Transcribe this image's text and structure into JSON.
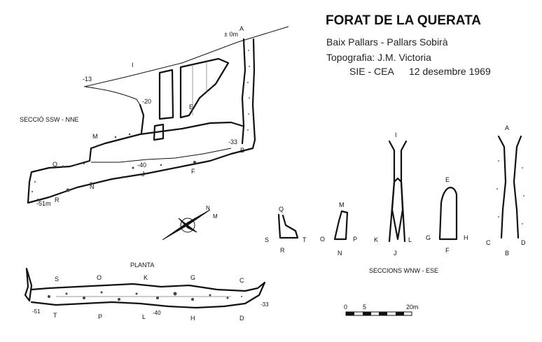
{
  "header": {
    "title": "FORAT DE LA QUERATA",
    "region": "Baix Pallars - Pallars Sobirà",
    "survey": "Topografia: J.M. Victoria",
    "team": "SIE - CEA",
    "date": "12 desembre  1969"
  },
  "section_profile": {
    "label": "SECCIÓ SSW - NNE",
    "point_labels": [
      "A",
      "B",
      "E",
      "F",
      "I",
      "J",
      "M",
      "N",
      "Q",
      "R"
    ],
    "depths": [
      "± 0m",
      "-13",
      "-20",
      "-33",
      "-40",
      "-51m"
    ]
  },
  "plan": {
    "label": "PLANTA",
    "top_letters": [
      "S",
      "O",
      "K",
      "G",
      "C"
    ],
    "bottom_letters": [
      "T",
      "P",
      "L",
      "H",
      "D"
    ],
    "depths": [
      "-51",
      "-40",
      "-33"
    ]
  },
  "cross_sections": {
    "label": "SECCIONS WNW - ESE",
    "items": [
      {
        "top": "Q",
        "left": "S",
        "right": "T",
        "bottom": "R"
      },
      {
        "top": "M",
        "left": "O",
        "right": "P",
        "bottom": "N"
      },
      {
        "top": "I",
        "left": "K",
        "right": "L",
        "bottom": "J"
      },
      {
        "top": "E",
        "left": "G",
        "right": "H",
        "bottom": "F"
      },
      {
        "top": "A",
        "left": "C",
        "right": "D",
        "bottom": "B"
      }
    ]
  },
  "scale_bar": {
    "ticks": [
      "0",
      "5",
      "20m"
    ]
  },
  "compass": {
    "north": "N",
    "marker": "M"
  },
  "icons": {
    "compass": "compass-rose-icon"
  }
}
